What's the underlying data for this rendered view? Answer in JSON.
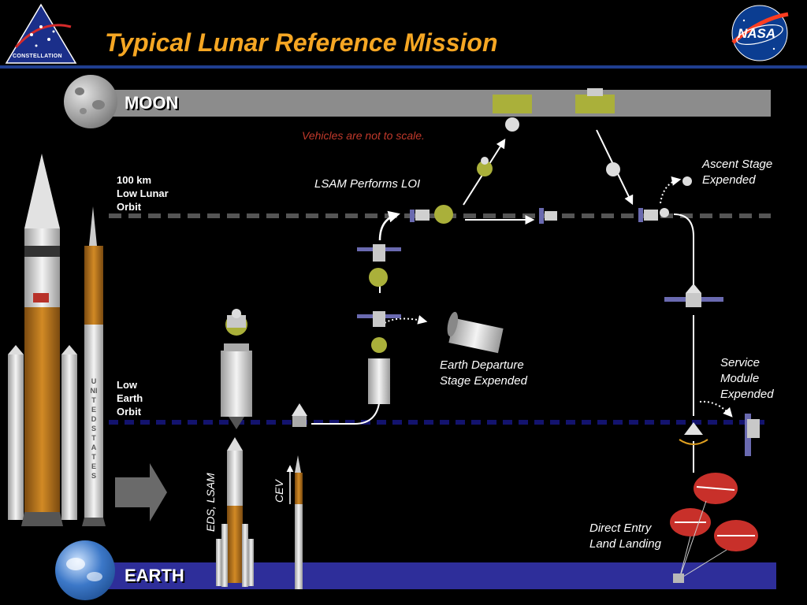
{
  "header": {
    "title": "Typical Lunar Reference Mission",
    "constellation_logo_text": "CONSTELLATION",
    "nasa_logo_text": "NASA"
  },
  "bands": {
    "moon_label": "MOON",
    "earth_label": "EARTH"
  },
  "orbits": {
    "lunar_label": "100 km\nLow Lunar\nOrbit",
    "earth_label": "Low\nEarth\nOrbit"
  },
  "annotations": {
    "scale_note": "Vehicles are not to scale.",
    "loi": "LSAM Performs LOI",
    "ascent_stage": "Ascent Stage\nExpended",
    "eds_expended": "Earth Departure\nStage Expended",
    "sm_expended": "Service\nModule\nExpended",
    "landing": "Direct Entry\nLand Landing"
  },
  "rockets": {
    "heavy_label": "EDS, LSAM",
    "crew_label": "CEV",
    "united_states_text": "UNITED STATES"
  },
  "colors": {
    "title": "#f5a623",
    "moon_band": "#8c8c8c",
    "earth_band": "#2e2e9a",
    "lunar_orbit": "#555555",
    "earth_orbit": "#13136e",
    "scale_note": "#c0392b",
    "header_rule": "#1f3e8f"
  }
}
